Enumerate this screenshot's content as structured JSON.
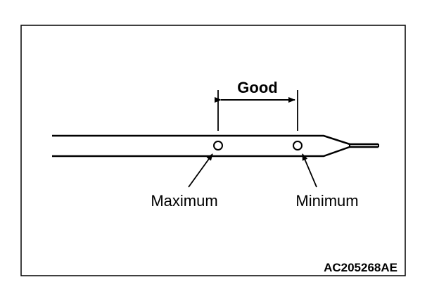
{
  "diagram": {
    "range_label": "Good",
    "max_label": "Maximum",
    "min_label": "Minimum",
    "figure_code": "AC205268AE"
  }
}
